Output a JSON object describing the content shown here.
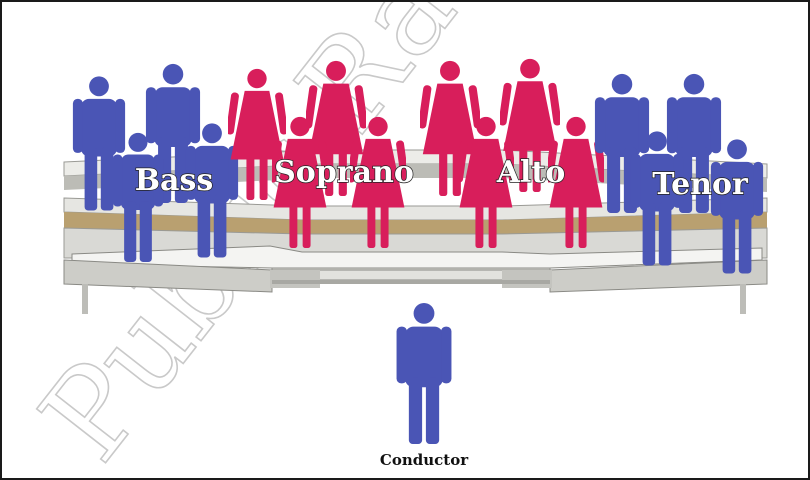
{
  "sections": [
    {
      "label": "Bass",
      "color": "#4a55b5",
      "figure": "male-figure-icon"
    },
    {
      "label": "Soprano",
      "color": "#d81e5b",
      "figure": "female-figure-icon"
    },
    {
      "label": "Alto",
      "color": "#d81e5b",
      "figure": "female-figure-icon"
    },
    {
      "label": "Tenor",
      "color": "#4a55b5",
      "figure": "male-figure-icon"
    }
  ],
  "conductor": {
    "label": "Conductor",
    "color": "#4a55b5",
    "figure": "male-figure-icon"
  },
  "watermark": "Public Rates"
}
